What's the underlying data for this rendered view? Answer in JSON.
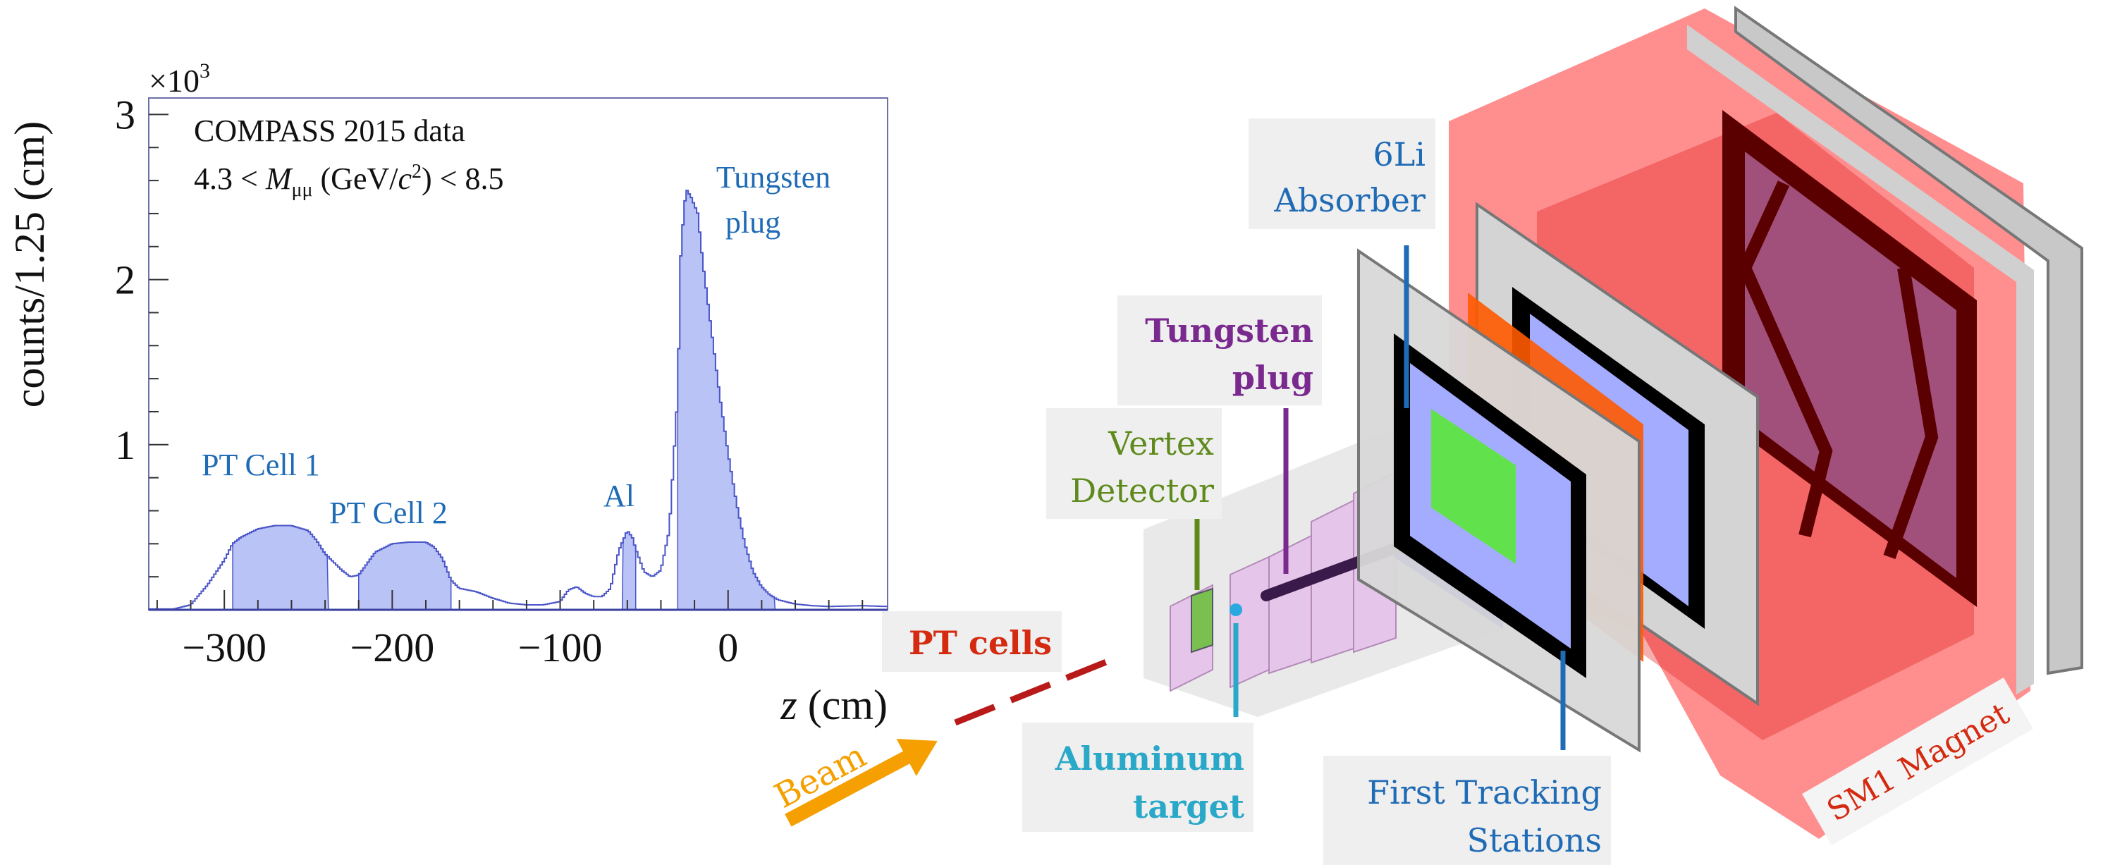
{
  "chart_data": {
    "type": "bar",
    "subtype": "histogram",
    "ylabel": "counts/1.25 (cm)",
    "y_multiplier": "×10",
    "y_multiplier_exp": "3",
    "xlabel_var": "z",
    "xlabel_unit": "(cm)",
    "xlim": [
      -345,
      95
    ],
    "ylim": [
      0,
      3100
    ],
    "x_ticks": [
      -300,
      -200,
      -100,
      0
    ],
    "x_tick_labels": [
      "−300",
      "−200",
      "−100",
      "0"
    ],
    "y_ticks": [
      1000,
      2000,
      3000
    ],
    "y_tick_labels": [
      "1",
      "2",
      "3"
    ],
    "grid": false,
    "legend": {
      "line1": "COMPASS 2015 data",
      "line2_pre": "4.3 < ",
      "line2_var": "M",
      "line2_sub": "μμ",
      "line2_mid": " (GeV/",
      "line2_c": "c",
      "line2_sup": "2",
      "line2_post": ") < 8.5"
    },
    "annotations": {
      "pt_cell_1": "PT Cell 1",
      "pt_cell_2": "PT Cell 2",
      "al": "Al",
      "tungsten_1": "Tungsten",
      "tungsten_2": "plug"
    },
    "x": [
      -345,
      -330,
      -320,
      -310,
      -300,
      -295,
      -290,
      -280,
      -270,
      -260,
      -250,
      -245,
      -240,
      -235,
      -230,
      -225,
      -220,
      -215,
      -210,
      -200,
      -190,
      -180,
      -175,
      -170,
      -165,
      -160,
      -150,
      -140,
      -130,
      -120,
      -110,
      -100,
      -95,
      -90,
      -85,
      -80,
      -75,
      -70,
      -65,
      -60,
      -57,
      -55,
      -50,
      -45,
      -40,
      -35,
      -30,
      -28,
      -25,
      -22,
      -18,
      -15,
      -10,
      -5,
      0,
      5,
      10,
      15,
      20,
      25,
      30,
      40,
      50,
      60,
      80,
      95
    ],
    "counts": [
      5,
      5,
      30,
      150,
      300,
      400,
      440,
      490,
      510,
      510,
      480,
      420,
      340,
      290,
      240,
      200,
      210,
      280,
      350,
      400,
      410,
      410,
      380,
      310,
      180,
      130,
      110,
      70,
      40,
      30,
      30,
      50,
      120,
      140,
      100,
      80,
      80,
      130,
      360,
      480,
      440,
      370,
      230,
      200,
      240,
      480,
      1300,
      2200,
      2550,
      2500,
      2400,
      2100,
      1700,
      1300,
      950,
      650,
      400,
      230,
      140,
      90,
      60,
      35,
      25,
      20,
      25,
      20
    ],
    "filled_regions": [
      {
        "name": "PT Cell 1",
        "range": [
          -295,
          -238
        ]
      },
      {
        "name": "PT Cell 2",
        "range": [
          -220,
          -165
        ]
      },
      {
        "name": "Al",
        "range": [
          -63,
          -55
        ]
      },
      {
        "name": "Tungsten plug",
        "range": [
          -30,
          28
        ]
      }
    ],
    "colors": {
      "line": "#4a55c8",
      "fill": "#b9c3f6",
      "annotation": "#1f6bb5"
    }
  },
  "diagram": {
    "li_absorber_1": "6Li",
    "li_absorber_2": "Absorber",
    "tungsten_1": "Tungsten",
    "tungsten_2": "plug",
    "vertex_1": "Vertex",
    "vertex_2": "Detector",
    "pt_cells": "PT cells",
    "aluminum_1": "Aluminum",
    "aluminum_2": "target",
    "tracking_1": "First Tracking",
    "tracking_2": "Stations",
    "magnet": "SM1 Magnet",
    "beam": "Beam",
    "colors": {
      "li": "#1f6bb5",
      "tungsten": "#7a2a8e",
      "vertex": "#5e8a1c",
      "pt": "#d42a10",
      "aluminum": "#2aa8c8",
      "tracking": "#1f6bb5",
      "magnet": "#d42a10",
      "beam": "#f5a000"
    }
  }
}
